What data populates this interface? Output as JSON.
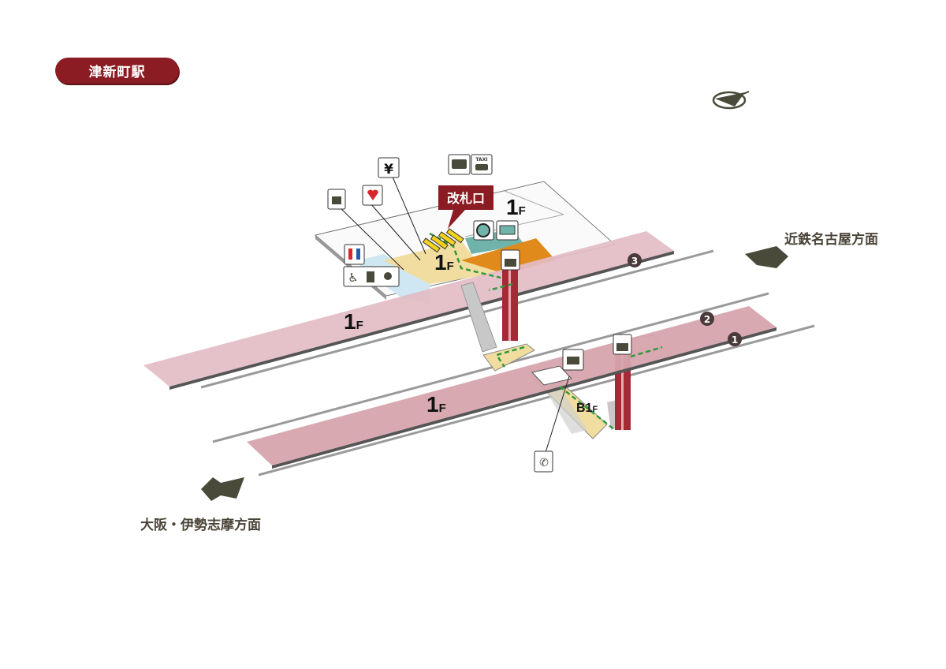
{
  "station_name": "津新町駅",
  "directions": {
    "to_nagoya": "近鉄名古屋方面",
    "to_osaka": "大阪・伊勢志摩方面"
  },
  "gate_label": "改札口",
  "floors": {
    "concourse_upper": {
      "num": "1",
      "suffix": "F"
    },
    "concourse_gate": {
      "num": "1",
      "suffix": "F"
    },
    "platform_3": {
      "num": "1",
      "suffix": "F"
    },
    "platform_12": {
      "num": "1",
      "suffix": "F"
    },
    "underpass": {
      "num": "B1",
      "suffix": "F"
    }
  },
  "platform_numbers": [
    "3",
    "2",
    "1"
  ],
  "icons": {
    "yen": "¥",
    "taxi": "TAXI",
    "names": [
      "coin-locker-icon",
      "aed-icon",
      "atm-yen-icon",
      "bus-icon",
      "taxi-icon",
      "restroom-icon",
      "accessible-icon",
      "ostomate-icon",
      "baby-icon",
      "waiting-room-icon",
      "info-display-icon",
      "elevator-icon",
      "telephone-icon",
      "compass-icon"
    ]
  },
  "colors": {
    "brand": "#8b1c24",
    "platform_upper": "#e3bcc4",
    "platform_lower": "#d6a4ad",
    "concourse": "#f1dd9f",
    "shop": "#e08a1c",
    "teal": "#6fb3aa",
    "restroom_area": "#cfe6f3",
    "route": "#2e9a3c",
    "arrow": "#4a4a3a"
  }
}
